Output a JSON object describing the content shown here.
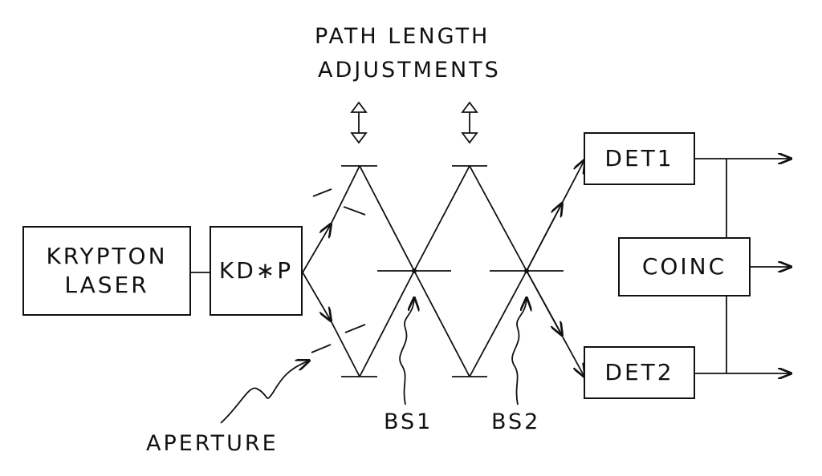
{
  "diagram": {
    "title_line1": "PATH LENGTH",
    "title_line2": "ADJUSTMENTS",
    "laser_line1": "KRYPTON",
    "laser_line2": "LASER",
    "crystal": "KD∗P",
    "det1": "DET1",
    "det2": "DET2",
    "coinc": "COINC",
    "aperture": "APERTURE",
    "bs1": "BS1",
    "bs2": "BS2"
  },
  "icons": [
    "double-arrow-icon",
    "arrow-icon"
  ]
}
